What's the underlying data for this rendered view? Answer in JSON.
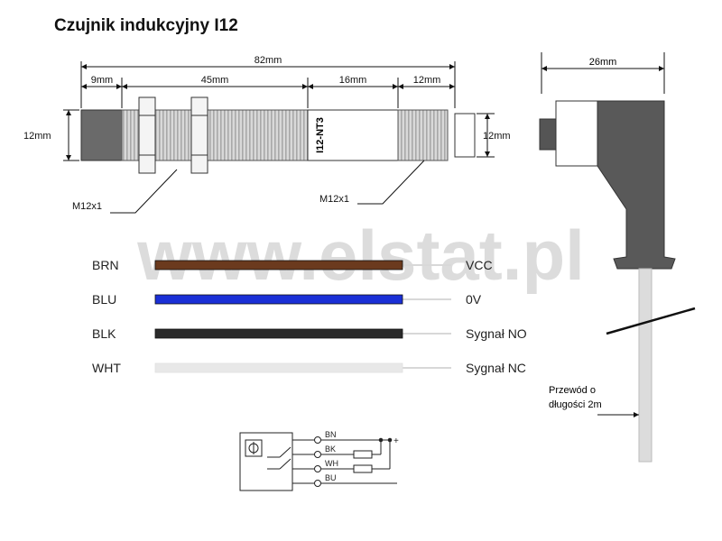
{
  "title": "Czujnik indukcyjny I12",
  "watermark": "www.elstat.pl",
  "dimensions": {
    "total": "82mm",
    "d9": "9mm",
    "d45": "45mm",
    "d16": "16mm",
    "d12": "12mm",
    "height_left": "12mm",
    "height_right": "12mm",
    "connector_width": "26mm"
  },
  "thread_labels": {
    "left": "M12x1",
    "right": "M12x1"
  },
  "model_label": "I12-NT3",
  "wires": [
    {
      "code": "BRN",
      "function": "VCC",
      "color": "#6b3a1e"
    },
    {
      "code": "BLU",
      "function": "0V",
      "color": "#1a2fd6"
    },
    {
      "code": "BLK",
      "function": "Sygnał NO",
      "color": "#2a2a2a"
    },
    {
      "code": "WHT",
      "function": "Sygnał NC",
      "color": "#e8e8e8"
    }
  ],
  "cable_note_line1": "Przewód o",
  "cable_note_line2": "długości 2m",
  "schematic": {
    "pins": [
      "BN",
      "BK",
      "WH",
      "BU"
    ],
    "plus": "+"
  }
}
